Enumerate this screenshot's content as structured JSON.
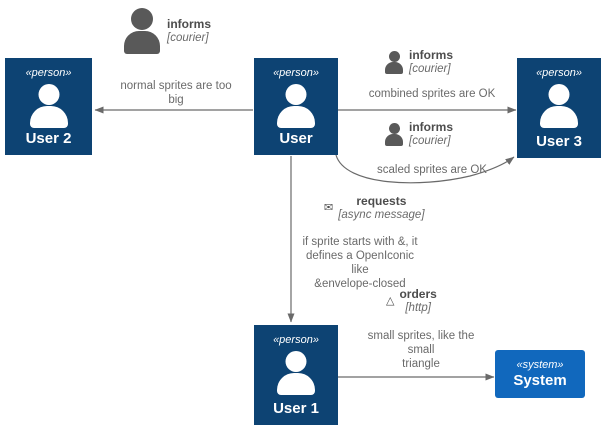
{
  "diagram": {
    "title": "C4 sprite demonstration diagram",
    "background": "#ffffff",
    "colors": {
      "person_fill": "#0d4373",
      "system_fill": "#1168bd",
      "line": "#6a6a6a",
      "sprite_gray": "#595959",
      "label_text": "#6a6a6a",
      "bold_text": "#4d4d4d",
      "node_text": "#ffffff"
    }
  },
  "nodes": [
    {
      "id": "user2",
      "stereotype": "«person»",
      "name": "User 2",
      "kind": "person",
      "icon": "person-glyph"
    },
    {
      "id": "user",
      "stereotype": "«person»",
      "name": "User",
      "kind": "person",
      "icon": "person-glyph"
    },
    {
      "id": "user3",
      "stereotype": "«person»",
      "name": "User 3",
      "kind": "person",
      "icon": "person-glyph"
    },
    {
      "id": "user1",
      "stereotype": "«person»",
      "name": "User 1",
      "kind": "person",
      "icon": "person-glyph"
    },
    {
      "id": "system",
      "stereotype": "«system»",
      "name": "System",
      "kind": "system",
      "icon": "none"
    }
  ],
  "relations": [
    {
      "id": "user-to-user2",
      "from": "user",
      "to": "user2",
      "title": "informs",
      "technology": "[courier]",
      "sprite": "person-sprite-large",
      "description": "normal sprites are too\nbig"
    },
    {
      "id": "user-to-user3-combined",
      "from": "user",
      "to": "user3",
      "title": "informs",
      "technology": "[courier]",
      "sprite": "person-sprite-small",
      "description": "combined sprites are OK"
    },
    {
      "id": "user-to-user3-scaled",
      "from": "user",
      "to": "user3",
      "title": "informs",
      "technology": "[courier]",
      "sprite": "person-sprite-small",
      "description": "scaled sprites are OK"
    },
    {
      "id": "user-to-user1",
      "from": "user",
      "to": "user1",
      "title": "requests",
      "technology": "[async message]",
      "sprite": "envelope-closed-sprite",
      "description": "if sprite starts with &, it\ndefines a OpenIconic\nlike\n&envelope-closed"
    },
    {
      "id": "user1-to-system",
      "from": "user1",
      "to": "system",
      "title": "orders",
      "technology": "[http]",
      "sprite": "triangle-sprite",
      "description": "small sprites, like the\nsmall\ntriangle"
    }
  ],
  "sprite_glyphs": {
    "envelope": "✉",
    "triangle": "△"
  }
}
